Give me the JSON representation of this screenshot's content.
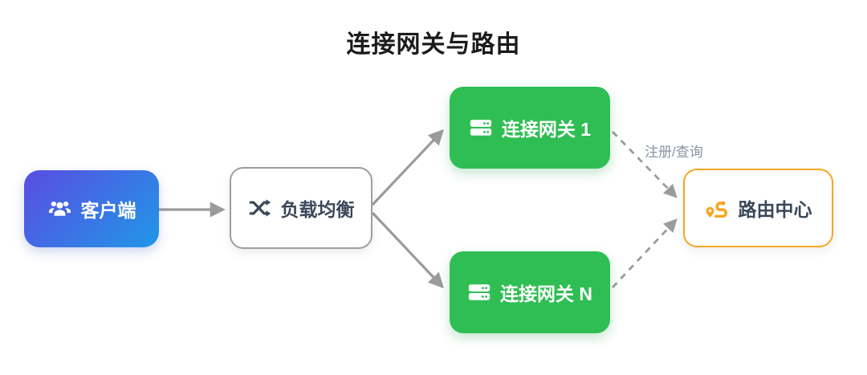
{
  "title": "连接网关与路由",
  "nodes": {
    "client": {
      "label": "客户端",
      "icon": "users-icon"
    },
    "load_balancer": {
      "label": "负载均衡",
      "icon": "shuffle-icon"
    },
    "gateway_1": {
      "label": "连接网关 1",
      "icon": "server-icon"
    },
    "gateway_n": {
      "label": "连接网关 N",
      "icon": "server-icon"
    },
    "route_center": {
      "label": "路由中心",
      "icon": "route-icon"
    }
  },
  "edges": {
    "register_query_label": "注册/查询",
    "connections": [
      {
        "from": "客户端",
        "to": "负载均衡",
        "style": "solid"
      },
      {
        "from": "负载均衡",
        "to": "连接网关 1",
        "style": "solid"
      },
      {
        "from": "负载均衡",
        "to": "连接网关 N",
        "style": "solid"
      },
      {
        "from": "连接网关 1",
        "to": "路由中心",
        "style": "dashed",
        "label": "注册/查询"
      },
      {
        "from": "连接网关 N",
        "to": "路由中心",
        "style": "dashed"
      }
    ]
  },
  "colors": {
    "client_gradient_start": "#5a4de1",
    "client_gradient_end": "#2097e8",
    "gateway_green": "#2fbe53",
    "route_center_border": "#f5a623",
    "arrow_gray": "#9b9b9b",
    "dark_text": "#3b4859",
    "label_gray": "#8b93a1",
    "title_color": "#1b1b1b"
  }
}
